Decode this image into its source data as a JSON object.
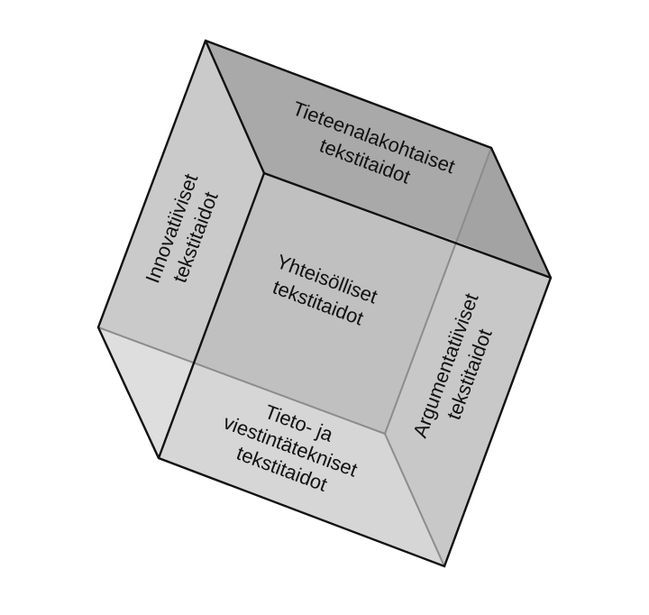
{
  "faces": {
    "top": {
      "line1": "Tieteenalakohtaiset",
      "line2": "tekstitaidot"
    },
    "left": {
      "line1": "Innovatiiviset",
      "line2": "tekstitaidot"
    },
    "center": {
      "line1": "Yhteisölliset",
      "line2": "tekstitaidot"
    },
    "right": {
      "line1": "Argumentatiiviset",
      "line2": "tekstitaidot"
    },
    "bottom": {
      "line1": "Tieto- ja",
      "line2": "viestintätekniset",
      "line3": "tekstitaidot"
    }
  },
  "colors": {
    "top": "#a9a9a9",
    "top_right": "#a3a3a3",
    "left": "#cacaca",
    "left_bottom": "#dedede",
    "center": "#c0c0c0",
    "right": "#c8c8c8",
    "bottom": "#d6d6d6",
    "edge": "#111111",
    "hidden_edge": "#8c8c8c"
  }
}
